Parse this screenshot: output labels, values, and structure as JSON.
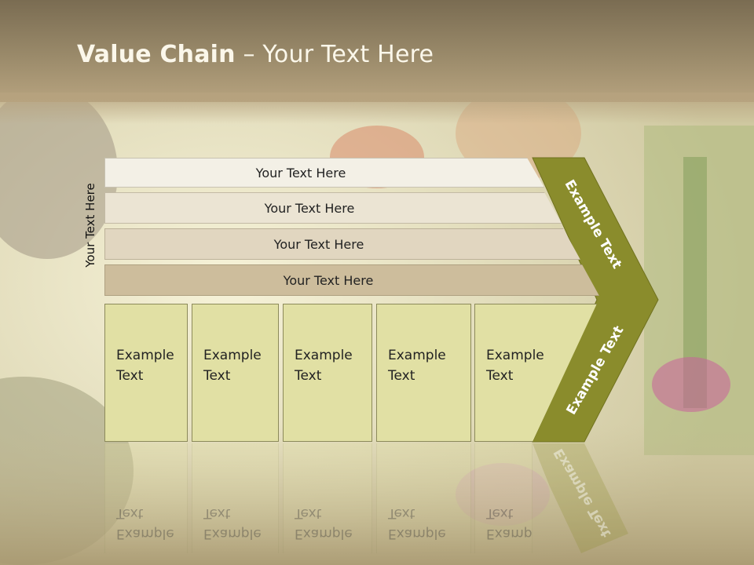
{
  "slide": {
    "title_bold": "Value Chain",
    "title_rest": " – Your Text Here",
    "side_label": "Your Text Here"
  },
  "rows": [
    {
      "label": "Your Text Here"
    },
    {
      "label": "Your Text Here"
    },
    {
      "label": "Your Text Here"
    },
    {
      "label": "Your Text Here"
    }
  ],
  "boxes": [
    {
      "label": "Example\nText"
    },
    {
      "label": "Example\nText"
    },
    {
      "label": "Example\nText"
    },
    {
      "label": "Example\nText"
    },
    {
      "label": "Example\nText"
    }
  ],
  "chevron": {
    "upper_label": "Example Text",
    "lower_label": "Example Text",
    "color": "#8a8c2c"
  },
  "colors": {
    "box_fill": "#e1e0a4",
    "header": "#9a8a6a"
  }
}
